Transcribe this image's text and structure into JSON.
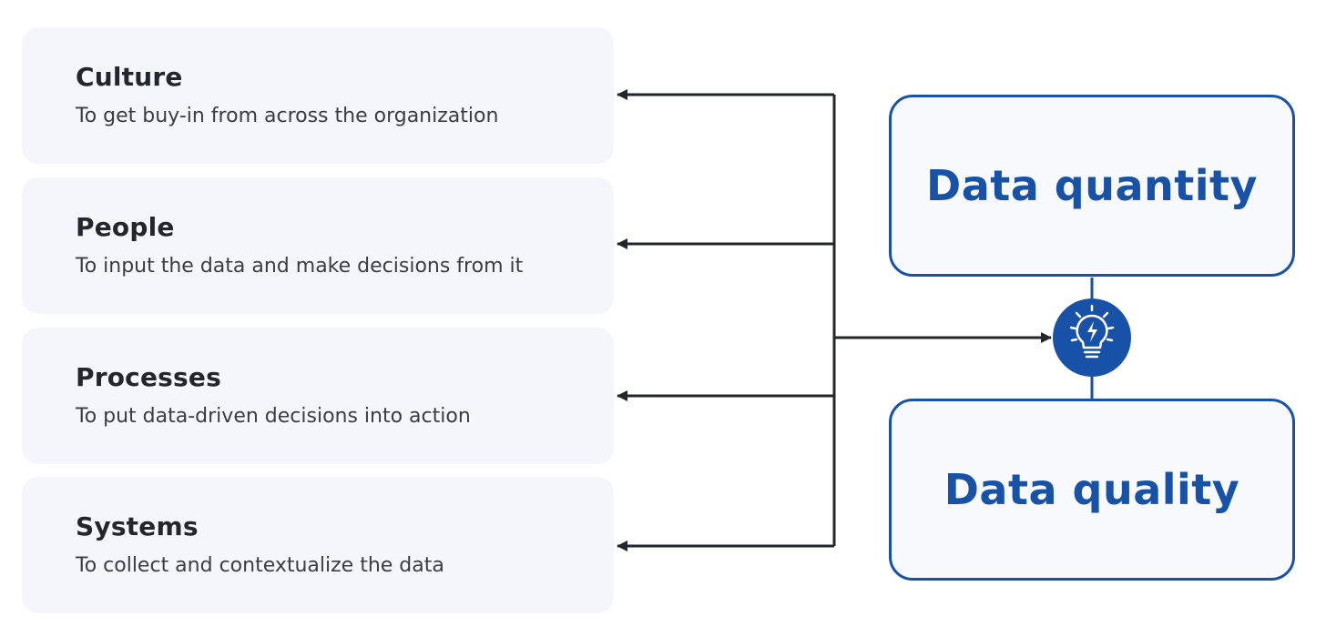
{
  "factors": [
    {
      "title": "Culture",
      "description": "To get buy-in from across the organization"
    },
    {
      "title": "People",
      "description": "To input the data and make decisions from it"
    },
    {
      "title": "Processes",
      "description": "To put data-driven decisions into action"
    },
    {
      "title": "Systems",
      "description": "To collect and contextualize the data"
    }
  ],
  "outcomes": {
    "top": "Data quantity",
    "bottom": "Data quality"
  },
  "hub_icon": "lightbulb-icon",
  "colors": {
    "accent": "#1852a8",
    "card_bg": "#f4f6fb",
    "arrow": "#23262d"
  }
}
